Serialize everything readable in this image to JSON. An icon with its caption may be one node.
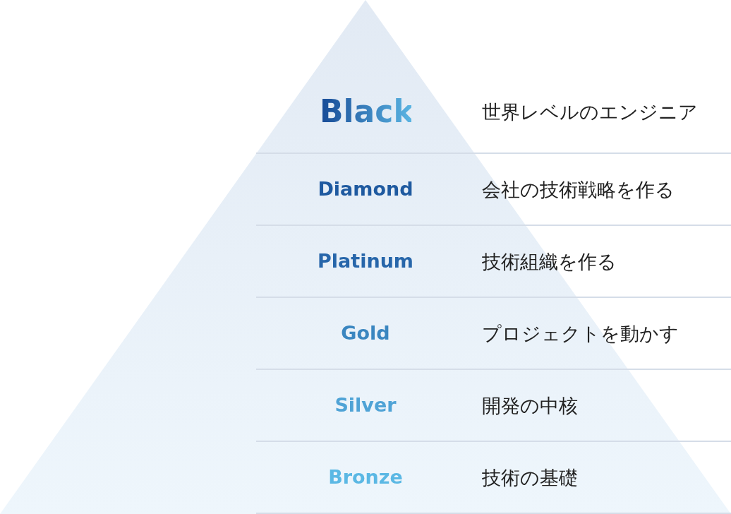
{
  "diagram": {
    "nodes": [
      {
        "text": [
          "Black",
          "世界レベルのエンジニア"
        ]
      },
      {
        "text": [
          "Diamond",
          "会社の技術戦略を作る"
        ]
      },
      {
        "text": [
          "Platinum",
          "技術組織を作る"
        ]
      },
      {
        "text": [
          "Gold",
          "プロジェクトを動かす"
        ]
      },
      {
        "text": [
          "Silver",
          "開発の中核"
        ]
      },
      {
        "text": [
          "Bronze",
          "技術の基礎"
        ]
      }
    ]
  }
}
